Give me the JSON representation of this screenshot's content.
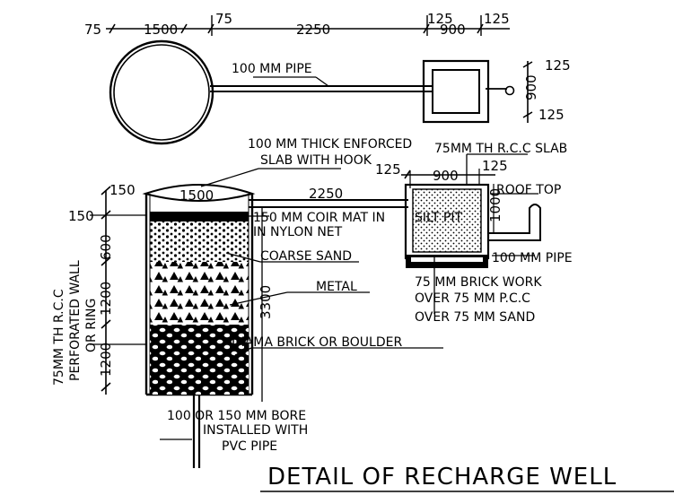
{
  "plan": {
    "dims_top": {
      "d75_left": "75",
      "d1500": "1500",
      "d75_mid": "75",
      "d2250": "2250",
      "d125_a": "125",
      "d900": "900",
      "d125_b": "125"
    },
    "pipe_label": "100 MM PIPE",
    "dims_right": {
      "d125_top": "125",
      "d900_v": "900",
      "d125_bottom": "125"
    }
  },
  "section": {
    "slab_label_line1": "100 MM THICK ENFORCED",
    "slab_label_line2": "SLAB WITH HOOK",
    "rcc_slab_label": "75MM TH R.C.C SLAB",
    "dims": {
      "d125_left": "125",
      "d900": "900",
      "d125_right": "125",
      "d150_top": "150",
      "d1500": "1500",
      "d2250": "2250",
      "d1000_v": "1000",
      "d150_side": "150",
      "d600_v": "600",
      "d1200_v_a": "1200",
      "d1200_v_b": "1200",
      "d3300_v": "3300"
    },
    "roof_top_label": "ROOF  TOP",
    "coir_label_line1": "150 MM COIR MAT IN",
    "coir_label_line2": "IN   NYLON   NET",
    "silt_pit_label": "SILT PIT",
    "coarse_sand_label": "COARSE SAND",
    "pipe_label": "100 MM PIPE",
    "brick_work_line1": "75  MM BRICK WORK",
    "brick_work_line2": "OVER 75  MM P.C.C",
    "brick_work_line3": "OVER 75  MM SAND",
    "metal_label": "METAL",
    "jhama_label": "JHAMA BRICK OR BOULDER",
    "wall_label_line1": "75MM TH R.C.C",
    "wall_label_line2": "PERFORATED WALL",
    "wall_label_line3": "OR  RING",
    "bore_line1": "100 OR 150   MM BORE",
    "bore_line2": "INSTALLED WITH",
    "bore_line3": "PVC   PIPE"
  },
  "title": "DETAIL OF RECHARGE WELL"
}
